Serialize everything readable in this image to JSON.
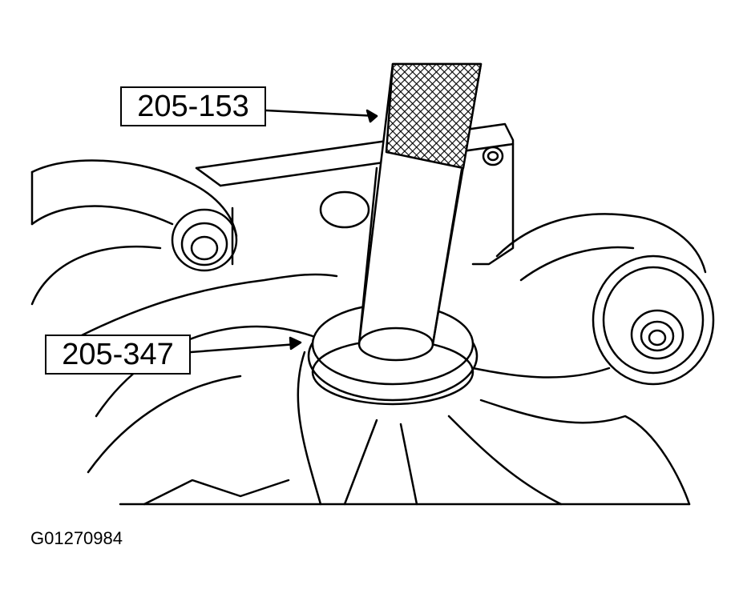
{
  "callouts": [
    {
      "label": "205-153"
    },
    {
      "label": "205-347"
    }
  ],
  "figure_id": "G01270984",
  "colors": {
    "ink": "#000000",
    "paper": "#ffffff"
  }
}
